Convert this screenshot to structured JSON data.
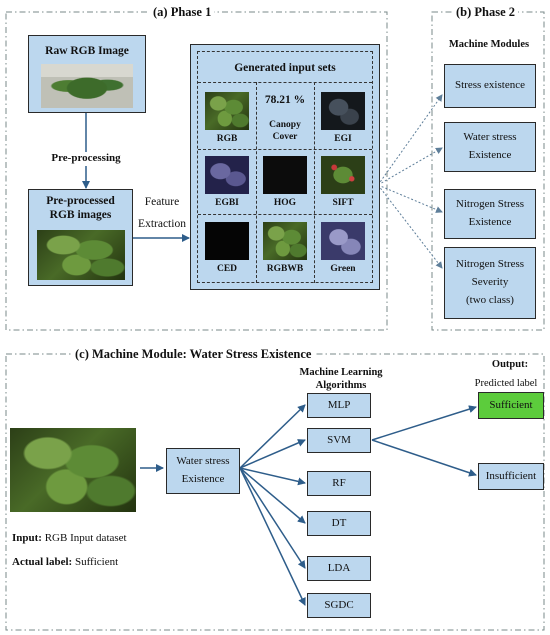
{
  "phase1": {
    "title": "(a) Phase 1",
    "raw_image_label": "Raw RGB Image",
    "preprocessing_label": "Pre-processing",
    "preprocessed_label_line1": "Pre-processed",
    "preprocessed_label_line2": "RGB images",
    "feature_label_line1": "Feature",
    "feature_label_line2": "Extraction",
    "input_sets": {
      "title": "Generated input sets",
      "canopy_value": "78.21 %",
      "canopy_line1": "Canopy",
      "canopy_line2": "Cover",
      "cells": [
        "RGB",
        "EGI",
        "EGBI",
        "HOG",
        "SIFT",
        "CED",
        "RGBWB",
        "Green"
      ]
    }
  },
  "phase2": {
    "title": "(b) Phase 2",
    "modules_header": "Machine Modules",
    "modules": [
      {
        "line1": "Stress existence",
        "line2": "",
        "line3": ""
      },
      {
        "line1": "Water stress",
        "line2": "Existence",
        "line3": ""
      },
      {
        "line1": "Nitrogen Stress",
        "line2": "Existence",
        "line3": ""
      },
      {
        "line1": "Nitrogen Stress",
        "line2": "Severity",
        "line3": "(two class)"
      }
    ]
  },
  "module_c": {
    "title": "(c) Machine Module: Water Stress Existence",
    "input_label": "Input:",
    "input_value": " RGB Input dataset",
    "actual_label": "Actual label:",
    "actual_value": " Sufficient",
    "center_line1": "Water stress",
    "center_line2": "Existence",
    "ml_header_line1": "Machine Learning",
    "ml_header_line2": "Algorithms",
    "algorithms": [
      "MLP",
      "SVM",
      "RF",
      "DT",
      "LDA",
      "SGDC"
    ],
    "output_header": "Output:",
    "predicted_label": "Predicted label",
    "outputs": [
      "Sufficient",
      "Insufficient"
    ],
    "highlight_color": "#5ccc3c"
  },
  "colors": {
    "box_fill": "#bcd7ee",
    "dash": "#7a8a8a"
  }
}
